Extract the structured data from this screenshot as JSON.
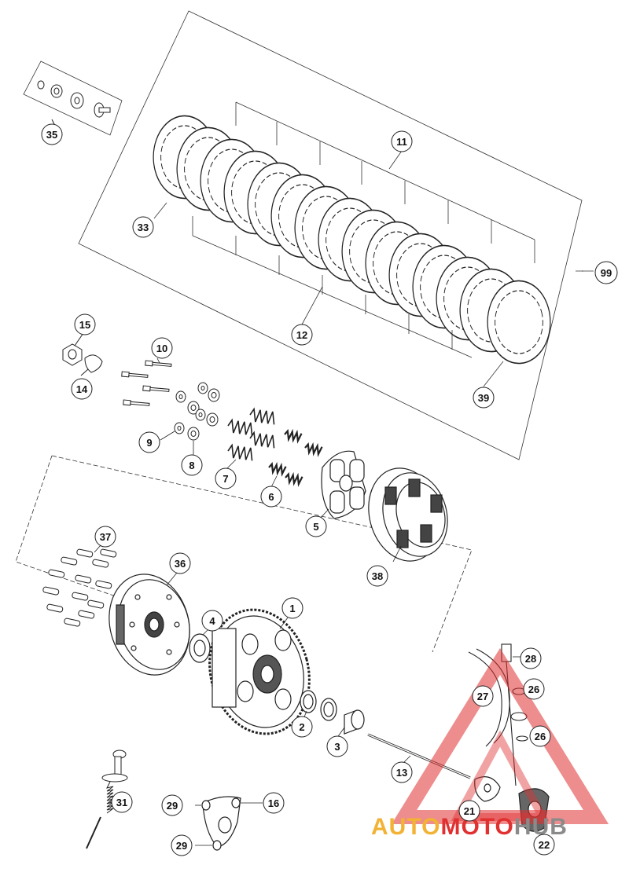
{
  "callouts": {
    "c1": "1",
    "c2": "2",
    "c3": "3",
    "c4": "4",
    "c5": "5",
    "c6": "6",
    "c7": "7",
    "c8": "8",
    "c9": "9",
    "c10": "10",
    "c11": "11",
    "c12": "12",
    "c13": "13",
    "c14": "14",
    "c15": "15",
    "c16": "16",
    "c21": "21",
    "c22": "22",
    "c26a": "26",
    "c26b": "26",
    "c27": "27",
    "c28": "28",
    "c29a": "29",
    "c29b": "29",
    "c31": "31",
    "c33": "33",
    "c35": "35",
    "c36": "36",
    "c37": "37",
    "c38": "38",
    "c39": "39",
    "c99": "99"
  },
  "watermark": {
    "part1": "AUTO",
    "part2": "MOTO",
    "part3": "HUB",
    "color_orange": "#f2b234",
    "color_red": "#e03030",
    "color_gray": "#8a8a8a"
  }
}
